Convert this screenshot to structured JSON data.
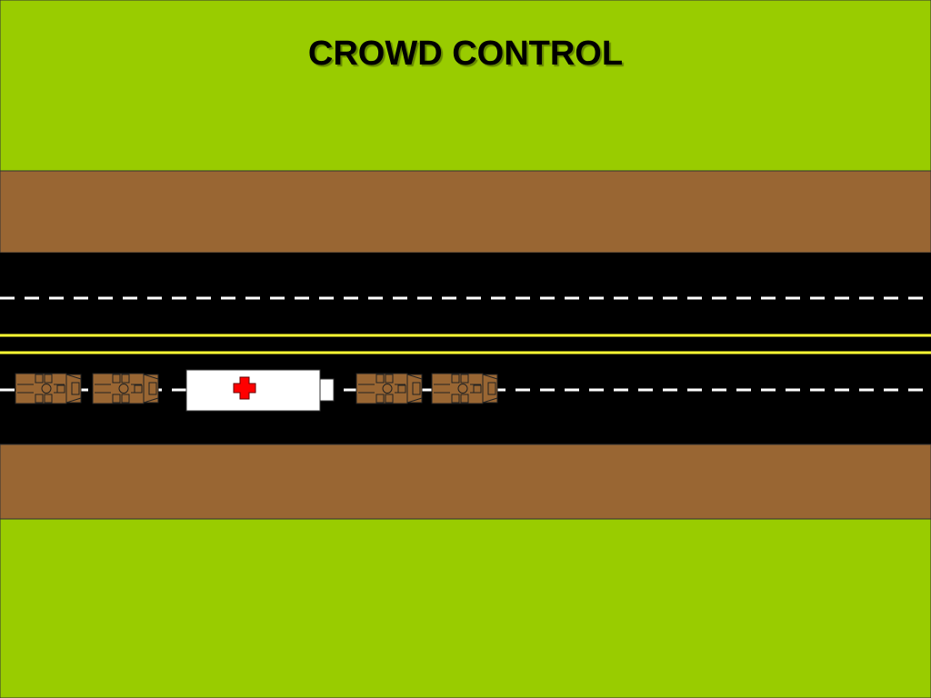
{
  "title": "CROWD CONTROL",
  "colors": {
    "grass": "#99cc00",
    "dirt": "#996633",
    "road": "#000000",
    "center_line": "#ffff33",
    "lane_dash": "#ffffff",
    "vehicle_body": "#996633",
    "ambulance_body": "#ffffff",
    "red_cross": "#ff0000"
  },
  "icons": {
    "military_vehicle": "armored-truck-icon",
    "ambulance": "ambulance-icon",
    "cross": "red-cross-icon"
  },
  "convoy": [
    {
      "type": "military_vehicle"
    },
    {
      "type": "military_vehicle"
    },
    {
      "type": "ambulance"
    },
    {
      "type": "military_vehicle"
    },
    {
      "type": "military_vehicle"
    }
  ]
}
